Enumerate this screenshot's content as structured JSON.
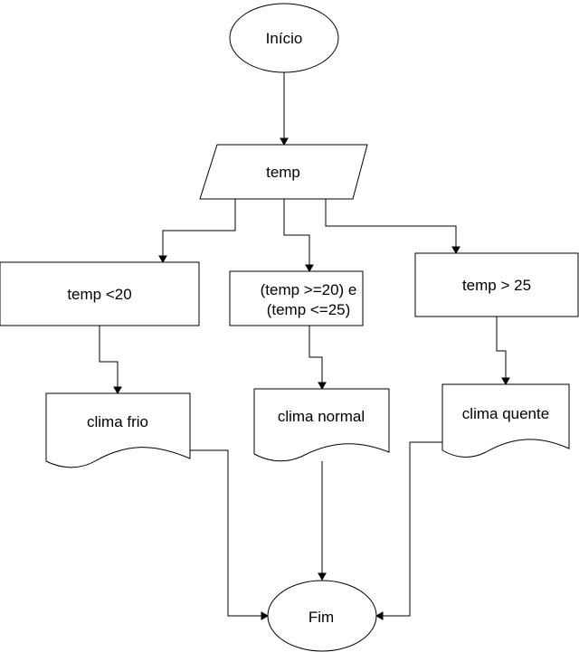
{
  "diagram": {
    "start": {
      "label": "Início"
    },
    "input": {
      "label": "temp"
    },
    "conditions": [
      {
        "lines": [
          "temp <20"
        ]
      },
      {
        "lines": [
          "(temp >=20) e",
          "(temp <=25)"
        ]
      },
      {
        "lines": [
          "temp > 25"
        ]
      }
    ],
    "outputs": [
      {
        "label": "clima frio"
      },
      {
        "label": "clima normal"
      },
      {
        "label": "clima quente"
      }
    ],
    "end": {
      "label": "Fim"
    }
  }
}
